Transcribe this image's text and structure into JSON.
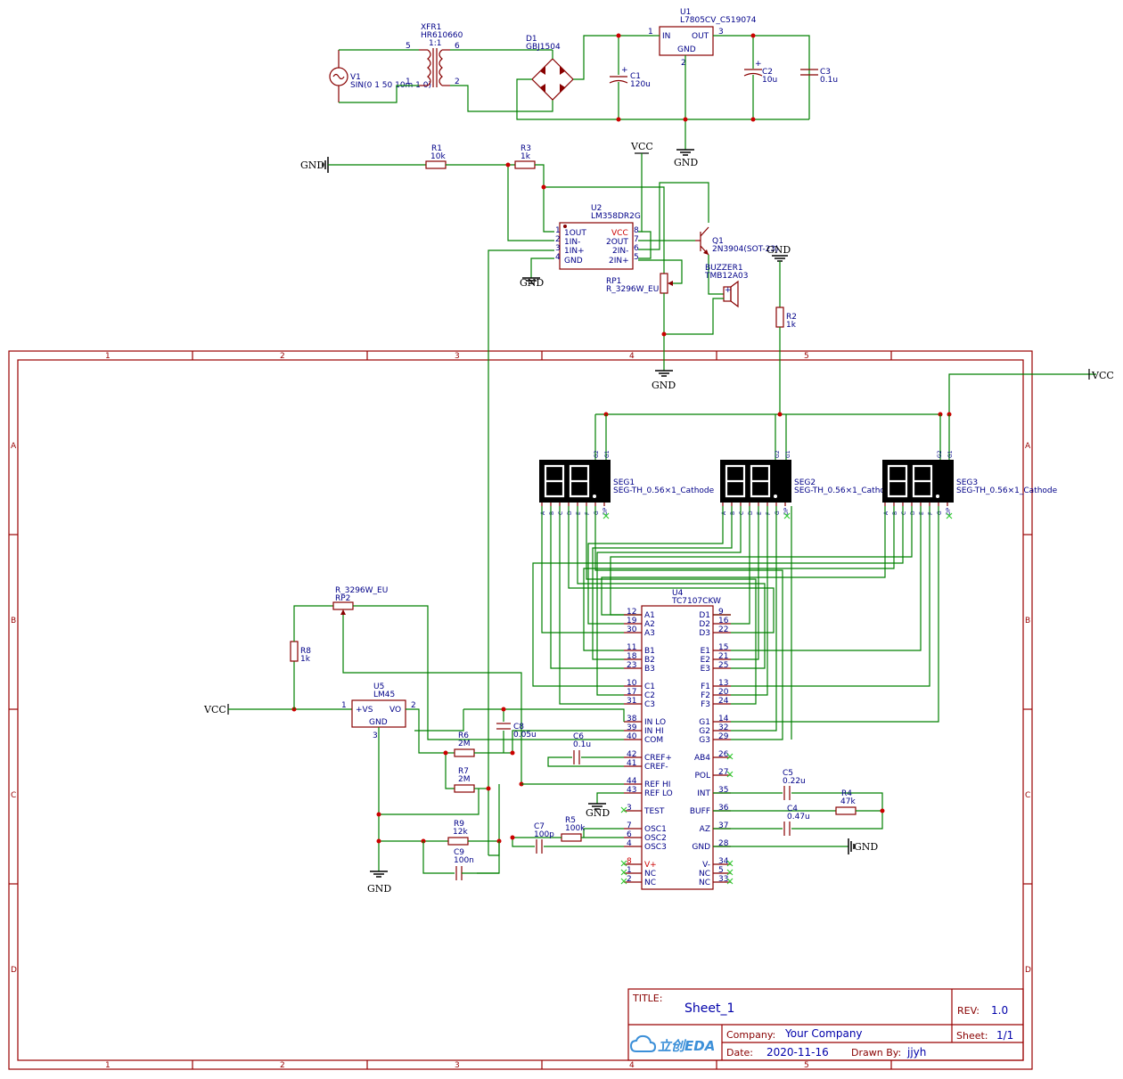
{
  "title_block": {
    "title_label": "TITLE:",
    "title": "Sheet_1",
    "rev_label": "REV:",
    "rev": "1.0",
    "company_label": "Company:",
    "company": "Your Company",
    "sheet_label": "Sheet:",
    "sheet": "1/1",
    "date_label": "Date:",
    "date": "2020-11-16",
    "drawn_label": "Drawn By:",
    "drawn_by": "jjyh",
    "logo_text": "立创EDA"
  },
  "frame": {
    "columns": [
      "1",
      "2",
      "3",
      "4",
      "5"
    ],
    "rows": [
      "A",
      "B",
      "C",
      "D"
    ]
  },
  "nets": {
    "gnd": "GND",
    "vcc": "VCC"
  },
  "components": {
    "v1": {
      "ref": "V1",
      "value": "SIN(0 1 50 10m 1 0)"
    },
    "xfr1": {
      "ref": "XFR1",
      "value": "HR610660",
      "ratio": "1:1",
      "p5": "5",
      "p6": "6",
      "p1": "1",
      "p2": "2"
    },
    "d1": {
      "ref": "D1",
      "value": "GBJ1504"
    },
    "c1": {
      "ref": "C1",
      "value": "120u",
      "plus": "+"
    },
    "u1": {
      "ref": "U1",
      "value": "L7805CV_C519074",
      "in": "IN",
      "out": "OUT",
      "gnd": "GND",
      "p1": "1",
      "p3": "3",
      "p2": "2"
    },
    "c2": {
      "ref": "C2",
      "value": "10u",
      "plus": "+"
    },
    "c3": {
      "ref": "C3",
      "value": "0.1u"
    },
    "r1": {
      "ref": "R1",
      "value": "10k"
    },
    "r3": {
      "ref": "R3",
      "value": "1k"
    },
    "u2": {
      "ref": "U2",
      "value": "LM358DR2G",
      "left_pins": [
        {
          "n": "1",
          "name": "1OUT"
        },
        {
          "n": "2",
          "name": "1IN-"
        },
        {
          "n": "3",
          "name": "1IN+"
        },
        {
          "n": "4",
          "name": "GND"
        }
      ],
      "right_pins": [
        {
          "n": "8",
          "name": "VCC"
        },
        {
          "n": "7",
          "name": "2OUT"
        },
        {
          "n": "6",
          "name": "2IN-"
        },
        {
          "n": "5",
          "name": "2IN+"
        }
      ]
    },
    "q1": {
      "ref": "Q1",
      "value": "2N3904(SOT-23)"
    },
    "rp1": {
      "ref": "RP1",
      "value": "R_3296W_EU"
    },
    "buzzer1": {
      "ref": "BUZZER1",
      "value": "TMB12A03",
      "plus": "+"
    },
    "r2": {
      "ref": "R2",
      "value": "1k"
    },
    "seg1": {
      "ref": "SEG1",
      "value": "SEG-TH_0.56×1_Cathode"
    },
    "seg2": {
      "ref": "SEG2",
      "value": "SEG-TH_0.56×1_Cathode"
    },
    "seg3": {
      "ref": "SEG3",
      "value": "SEG-TH_0.56×1_Cathode"
    },
    "seg_pins": [
      "A",
      "B",
      "C",
      "D",
      "E",
      "F",
      "G",
      "DP"
    ],
    "seg_top_pins": [
      "G2",
      "G1"
    ],
    "u4": {
      "ref": "U4",
      "value": "TC7107CKW",
      "left_pins": [
        {
          "n": "12",
          "name": "A1"
        },
        {
          "n": "19",
          "name": "A2"
        },
        {
          "n": "30",
          "name": "A3"
        },
        {
          "n": "11",
          "name": "B1"
        },
        {
          "n": "18",
          "name": "B2"
        },
        {
          "n": "23",
          "name": "B3"
        },
        {
          "n": "10",
          "name": "C1"
        },
        {
          "n": "17",
          "name": "C2"
        },
        {
          "n": "31",
          "name": "C3"
        },
        {
          "n": "38",
          "name": "IN LO"
        },
        {
          "n": "39",
          "name": "IN HI"
        },
        {
          "n": "40",
          "name": "COM"
        },
        {
          "n": "42",
          "name": "CREF+"
        },
        {
          "n": "41",
          "name": "CREF-"
        },
        {
          "n": "44",
          "name": "REF HI"
        },
        {
          "n": "43",
          "name": "REF LO"
        },
        {
          "n": "3",
          "name": "TEST"
        },
        {
          "n": "7",
          "name": "OSC1"
        },
        {
          "n": "6",
          "name": "OSC2"
        },
        {
          "n": "4",
          "name": "OSC3"
        },
        {
          "n": "8",
          "name": "V+"
        },
        {
          "n": "1",
          "name": "NC"
        },
        {
          "n": "2",
          "name": "NC"
        }
      ],
      "right_pins": [
        {
          "n": "9",
          "name": "D1"
        },
        {
          "n": "16",
          "name": "D2"
        },
        {
          "n": "22",
          "name": "D3"
        },
        {
          "n": "15",
          "name": "E1"
        },
        {
          "n": "21",
          "name": "E2"
        },
        {
          "n": "25",
          "name": "E3"
        },
        {
          "n": "13",
          "name": "F1"
        },
        {
          "n": "20",
          "name": "F2"
        },
        {
          "n": "24",
          "name": "F3"
        },
        {
          "n": "14",
          "name": "G1"
        },
        {
          "n": "32",
          "name": "G2"
        },
        {
          "n": "29",
          "name": "G3"
        },
        {
          "n": "26",
          "name": "AB4"
        },
        {
          "n": "27",
          "name": "POL"
        },
        {
          "n": "35",
          "name": "INT"
        },
        {
          "n": "36",
          "name": "BUFF"
        },
        {
          "n": "37",
          "name": "AZ"
        },
        {
          "n": "28",
          "name": "GND"
        },
        {
          "n": "34",
          "name": "V-"
        },
        {
          "n": "5",
          "name": "NC"
        },
        {
          "n": "33",
          "name": "NC"
        }
      ]
    },
    "rp2": {
      "ref": "RP2",
      "value": "R_3296W_EU"
    },
    "r8": {
      "ref": "R8",
      "value": "1k"
    },
    "u5": {
      "ref": "U5",
      "value": "LM45",
      "vs": "+VS",
      "vo": "VO",
      "gnd": "GND",
      "p1": "1",
      "p2": "2",
      "p3": "3"
    },
    "r6": {
      "ref": "R6",
      "value": "2M"
    },
    "r7": {
      "ref": "R7",
      "value": "2M"
    },
    "c8": {
      "ref": "C8",
      "value": "0.05u"
    },
    "c6": {
      "ref": "C6",
      "value": "0.1u"
    },
    "r9": {
      "ref": "R9",
      "value": "12k"
    },
    "c9": {
      "ref": "C9",
      "value": "100n"
    },
    "c7": {
      "ref": "C7",
      "value": "100p"
    },
    "r5": {
      "ref": "R5",
      "value": "100k"
    },
    "c5": {
      "ref": "C5",
      "value": "0.22u"
    },
    "r4": {
      "ref": "R4",
      "value": "47k"
    },
    "c4": {
      "ref": "C4",
      "value": "0.47u"
    }
  },
  "colors": {
    "wire": "#008000",
    "body": "#880000",
    "label": "#000088",
    "junction": "#cc0000"
  }
}
